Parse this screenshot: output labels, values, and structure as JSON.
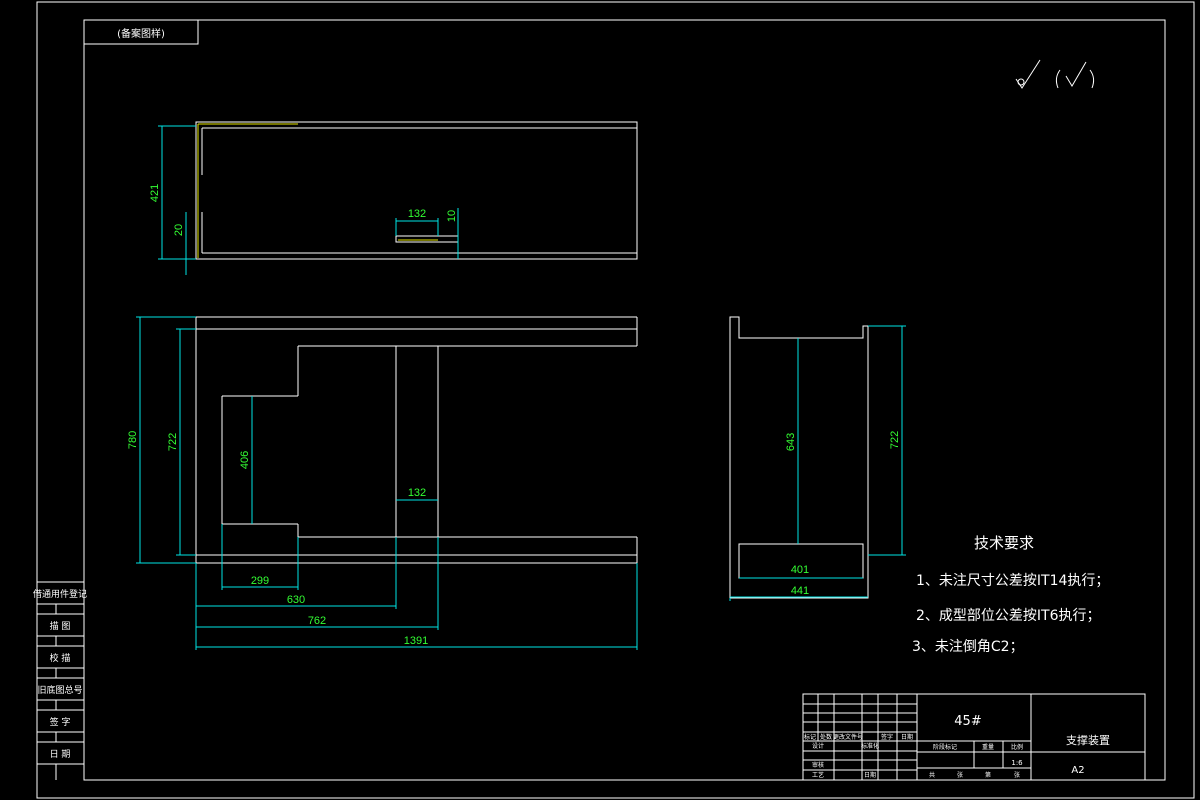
{
  "title_block": {
    "top_label": "(备案图样)",
    "material": "45#",
    "part_name": "支撑装置",
    "sheet_size": "A2",
    "scale": "1:6",
    "header_row": [
      "标记",
      "处数",
      "更改文件号",
      "签字",
      "日期"
    ],
    "design_row": [
      "设计",
      "",
      "标准化",
      ""
    ],
    "check_row": [
      "审核",
      "",
      "",
      ""
    ],
    "process_row": [
      "工艺",
      "",
      "日期",
      ""
    ],
    "stage_headers": [
      "阶段标记",
      "重量",
      "比例"
    ],
    "sheet_row": [
      "共",
      "张",
      "第",
      "张"
    ]
  },
  "side_labels": [
    "借通用件登记",
    "描 图",
    "校 描",
    "旧底图总号",
    "签 字",
    "日 期"
  ],
  "surface_symbol": "√ (√)",
  "tech_req": {
    "heading": "技术要求",
    "items": [
      "1、未注尺寸公差按IT14执行；",
      "2、成型部位公差按IT6执行；",
      "3、未注倒角C2；"
    ]
  },
  "dims": {
    "top_421": "421",
    "top_20": "20",
    "top_132": "132",
    "top_10": "10",
    "front_780": "780",
    "front_722": "722",
    "front_406": "406",
    "front_132": "132",
    "front_299": "299",
    "front_630": "630",
    "front_762": "762",
    "front_1391": "1391",
    "side_643": "643",
    "side_722": "722",
    "side_401": "401",
    "side_441": "441"
  }
}
